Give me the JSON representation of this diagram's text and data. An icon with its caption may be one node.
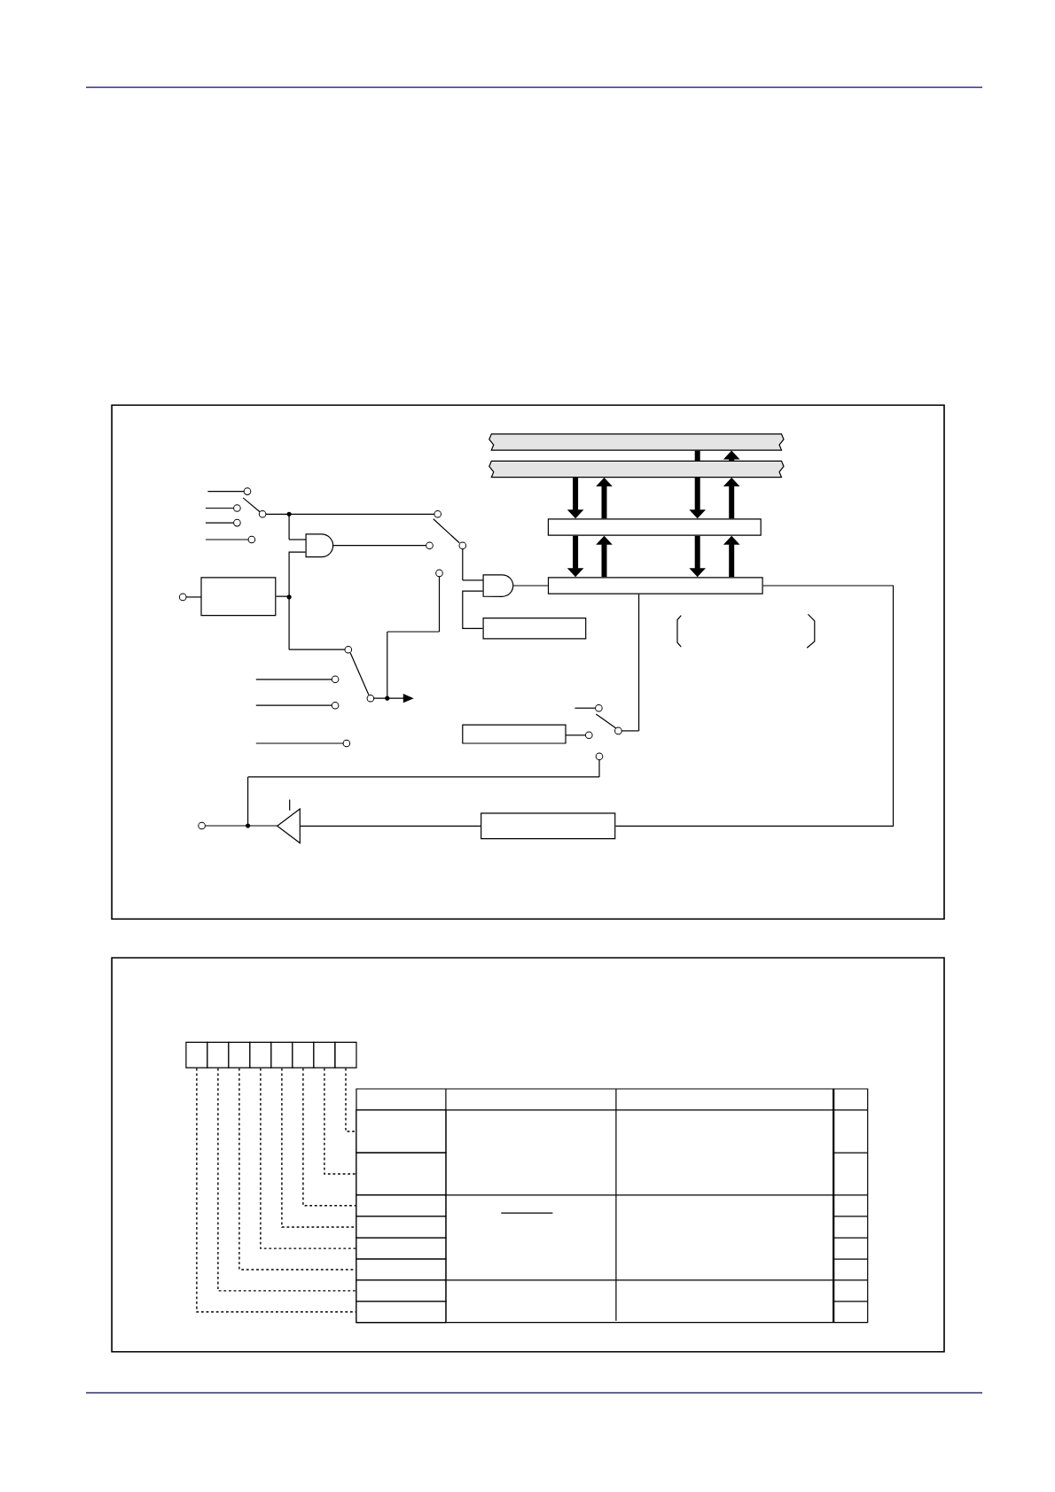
{
  "diagram": {
    "nodes": [
      {
        "text": [],
        "shape": "bar"
      },
      {
        "text": [],
        "shape": "bar"
      },
      {
        "text": [],
        "shape": "box"
      },
      {
        "text": [],
        "shape": "box"
      },
      {
        "text": [],
        "shape": "box"
      },
      {
        "text": [],
        "shape": "gate"
      },
      {
        "text": [],
        "shape": "gate"
      },
      {
        "text": [],
        "shape": "box"
      },
      {
        "text": [],
        "shape": "box"
      },
      {
        "text": [],
        "shape": "box"
      },
      {
        "text": [],
        "shape": "triangle"
      },
      {
        "text": [],
        "shape": "box"
      },
      {
        "text": [],
        "shape": "box"
      },
      {
        "text": [],
        "shape": "box"
      },
      {
        "text": [],
        "shape": "box"
      },
      {
        "text": [],
        "shape": "box"
      },
      {
        "text": [],
        "shape": "box"
      },
      {
        "text": [],
        "shape": "box"
      },
      {
        "text": [],
        "shape": "box"
      },
      {
        "text": [],
        "shape": "box"
      },
      {
        "text": [],
        "shape": "box"
      },
      {
        "text": [],
        "shape": "box"
      },
      {
        "text": [],
        "shape": "box"
      },
      {
        "text": [],
        "shape": "box"
      },
      {
        "text": [],
        "shape": "box"
      },
      {
        "text": [],
        "shape": "box"
      },
      {
        "text": [],
        "shape": "box"
      }
    ],
    "edges": [
      {
        "from": 1,
        "to": 2,
        "arrow": "to",
        "style": "thick"
      },
      {
        "from": 2,
        "to": 1,
        "arrow": "to",
        "style": "thick"
      },
      {
        "from": 1,
        "to": 2,
        "arrow": "to",
        "style": "thick"
      },
      {
        "from": 2,
        "to": 1,
        "arrow": "to",
        "style": "thick"
      },
      {
        "from": 2,
        "to": 3,
        "arrow": "to",
        "style": "thick"
      },
      {
        "from": 3,
        "to": 2,
        "arrow": "to",
        "style": "thick"
      },
      {
        "from": 2,
        "to": 3,
        "arrow": "to",
        "style": "thick"
      },
      {
        "from": 3,
        "to": 2,
        "arrow": "to",
        "style": "thick"
      },
      {
        "from": 6,
        "to": 3,
        "arrow": "none"
      },
      {
        "from": 3,
        "to": 9,
        "arrow": "none"
      },
      {
        "from": 9,
        "to": 10,
        "arrow": "none"
      },
      {
        "from": 4,
        "to": 5,
        "arrow": "none"
      },
      {
        "from": 7,
        "to": 6,
        "arrow": "none"
      },
      {
        "from": 11,
        "to": 26,
        "arrow": "none",
        "style": "dashed"
      },
      {
        "from": 12,
        "to": 25,
        "arrow": "none",
        "style": "dashed"
      },
      {
        "from": 13,
        "to": 24,
        "arrow": "none",
        "style": "dashed"
      },
      {
        "from": 14,
        "to": 23,
        "arrow": "none",
        "style": "dashed"
      },
      {
        "from": 15,
        "to": 22,
        "arrow": "none",
        "style": "dashed"
      },
      {
        "from": 16,
        "to": 21,
        "arrow": "none",
        "style": "dashed"
      },
      {
        "from": 17,
        "to": 20,
        "arrow": "none",
        "style": "dashed"
      },
      {
        "from": 18,
        "to": 19,
        "arrow": "none",
        "style": "dashed"
      },
      {
        "from": 0,
        "to": 1,
        "arrow": "none",
        "style": "thick"
      },
      {
        "from": 1,
        "to": 0,
        "arrow": "to",
        "style": "thick"
      }
    ]
  }
}
